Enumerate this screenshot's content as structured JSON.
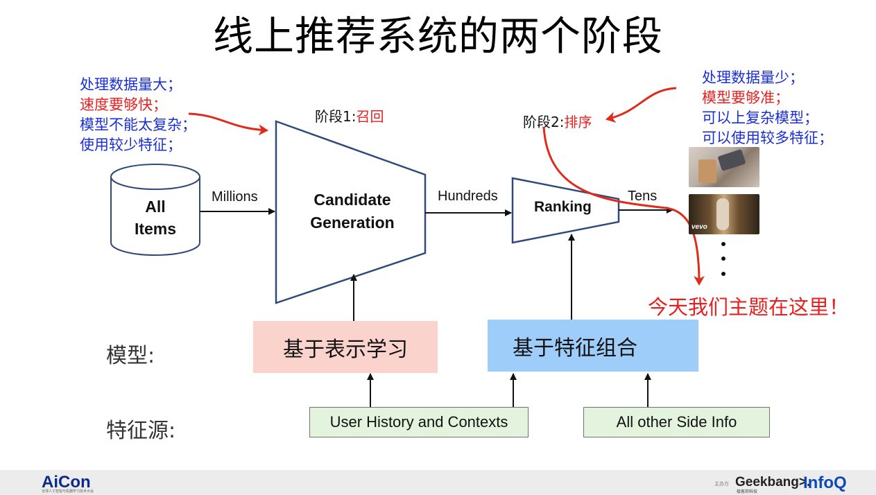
{
  "title": "线上推荐系统的两个阶段",
  "left_notes": [
    {
      "text": "处理数据量大；",
      "color": "#1a2fd6"
    },
    {
      "text": "速度要够快；",
      "color": "#e82020"
    },
    {
      "text": "模型不能太复杂；",
      "color": "#1a2fd6"
    },
    {
      "text": "使用较少特征；",
      "color": "#1a2fd6"
    }
  ],
  "right_notes": [
    {
      "text": "处理数据量少；",
      "color": "#1a2fd6"
    },
    {
      "text": "模型要够准；",
      "color": "#e82020"
    },
    {
      "text": "可以上复杂模型；",
      "color": "#1a2fd6"
    },
    {
      "text": "可以使用较多特征；",
      "color": "#1a2fd6"
    }
  ],
  "stage1": {
    "prefix": "阶段1:",
    "name": "召回"
  },
  "stage2": {
    "prefix": "阶段2:",
    "name": "排序"
  },
  "pipeline": {
    "all_items_line1": "All",
    "all_items_line2": "Items",
    "millions": "Millions",
    "candidate_line1": "Candidate",
    "candidate_line2": "Generation",
    "hundreds": "Hundreds",
    "ranking": "Ranking",
    "tens": "Tens",
    "thumb_logo": "vevo"
  },
  "today_note": "今天我们主题在这里！",
  "rows": {
    "model_label": "模型:",
    "feature_label": "特征源:"
  },
  "models": {
    "representation": "基于表示学习",
    "feature_combo": "基于特征组合"
  },
  "sources": {
    "user_history": "User History and Contexts",
    "side_info": "All other Side Info"
  },
  "footer": {
    "aicon": "AiCon",
    "aicon_sub": "全球人工智能与机器学习技术大会",
    "sponsor_prefix": "主办方",
    "geekbang": "Geekbang>.",
    "geekbang_sub": "极客邦科技",
    "infoq": "InfoQ"
  },
  "colors": {
    "funnel_stroke": "#2f4a7a",
    "arrow_red": "#e02a1a",
    "representation_bg": "#fad4cc",
    "feature_combo_bg": "#9dcdf8",
    "source_bg": "#e4f3de"
  }
}
